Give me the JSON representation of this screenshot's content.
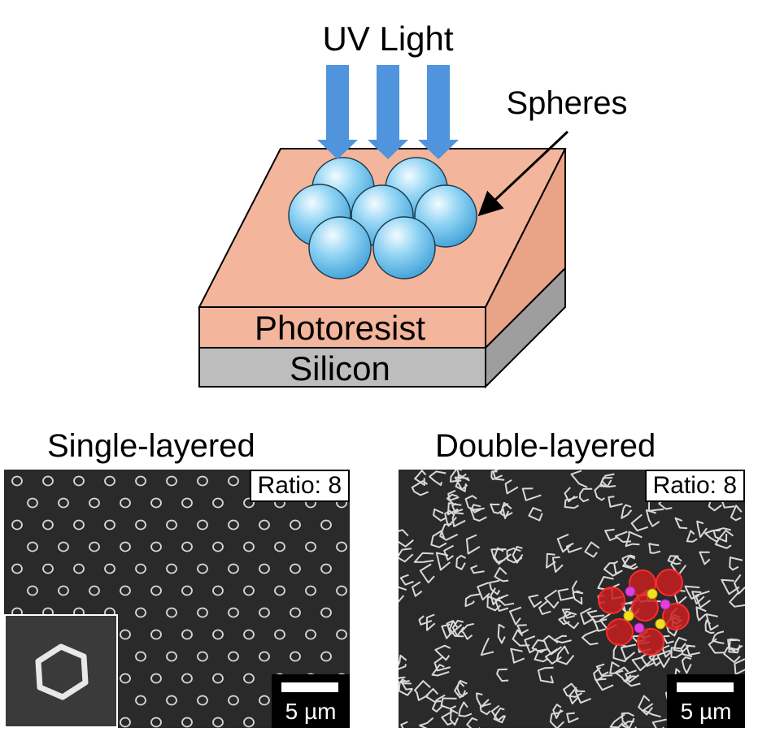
{
  "diagram": {
    "uv_light_label": "UV Light",
    "spheres_label": "Spheres",
    "photoresist_label": "Photoresist",
    "silicon_label": "Silicon"
  },
  "panels": {
    "single": {
      "title": "Single-layered",
      "ratio": "Ratio: 8",
      "scale": "5 µm"
    },
    "double": {
      "title": "Double-layered",
      "ratio": "Ratio: 8",
      "scale": "5 µm"
    }
  },
  "colors": {
    "arrow": "#4f94dc",
    "photoresist": "#f3b59c",
    "silicon": "#bdbdbd",
    "sphere": "#6fc3ee",
    "overlay_large": "#d42020",
    "overlay_yellow": "#f0e020",
    "overlay_magenta": "#e040e0"
  }
}
